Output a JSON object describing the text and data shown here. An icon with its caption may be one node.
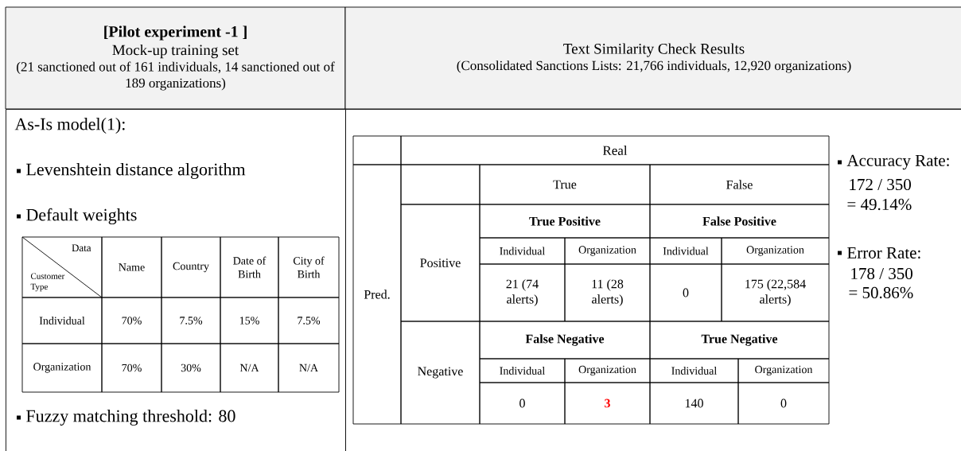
{
  "diagram": {
    "nodes": [
      {
        "text": [
          "[Pilot experiment -1 ]",
          "Mock-up training set",
          "(21 sanctioned out of 161 individuals, 14 sanctioned out of 189 organizations)"
        ]
      },
      {
        "text": [
          "Text Similarity Check Results",
          "(Consolidated Sanctions Lists: 21,766 individuals, 12,920 organizations)"
        ]
      },
      {
        "text": [
          "As-Is model(1):",
          "Levenshtein distance algorithm",
          "Default weights",
          "Fuzzy matching threshold: 80"
        ]
      },
      {
        "text": [
          "Accuracy Rate:",
          "172 / 350",
          "= 49.14%",
          "Error Rate:",
          "178 / 350",
          "= 50.86%"
        ]
      }
    ],
    "labels": [
      "Data",
      "Customer Type",
      "Name",
      "Country",
      "Date of Birth",
      "City of Birth",
      "Individual",
      "70%",
      "7.5%",
      "15%",
      "7.5%",
      "Organization",
      "70%",
      "30%",
      "N/A",
      "N/A",
      "Real",
      "True",
      "False",
      "Pred.",
      "Positive",
      "True Positive",
      "False Positive",
      "Individual",
      "Organization",
      "Individual",
      "Organization",
      "21 (74 alerts)",
      "11 (28 alerts)",
      "0",
      "175 (22,584 alerts)",
      "Negative",
      "False Negative",
      "True Negative",
      "Individual",
      "Organization",
      "Individual",
      "Organization",
      "0",
      "3",
      "140",
      "0"
    ]
  }
}
